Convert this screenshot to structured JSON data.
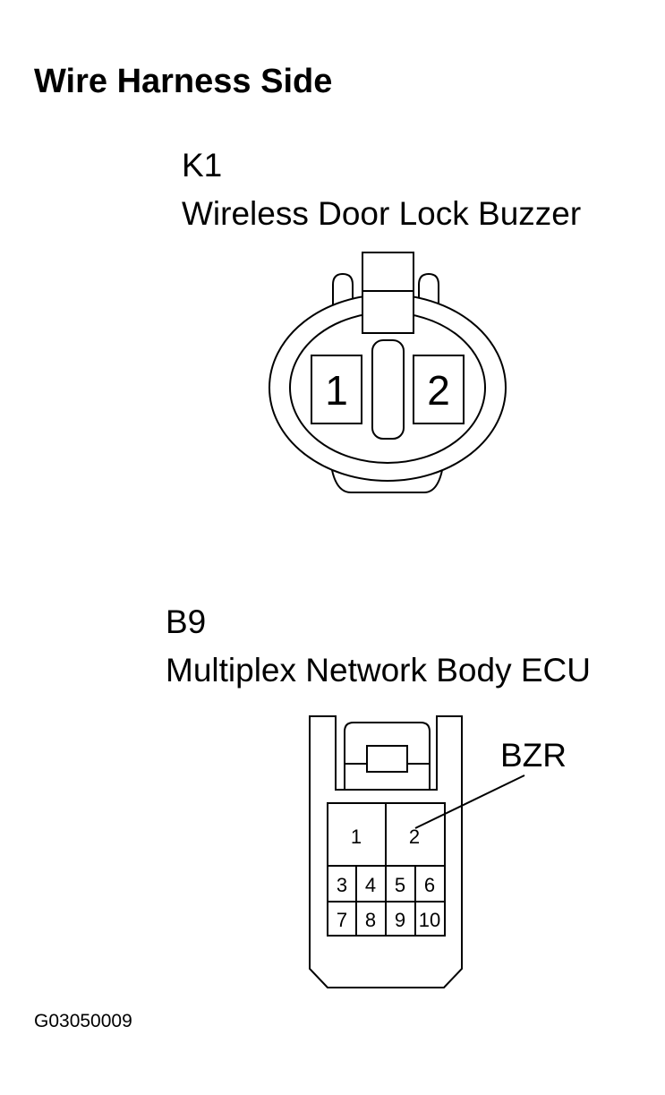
{
  "header": {
    "title": "Wire Harness Side"
  },
  "connector_k1": {
    "code": "K1",
    "name": "Wireless Door Lock Buzzer",
    "pins": [
      "1",
      "2"
    ]
  },
  "connector_b9": {
    "code": "B9",
    "name": "Multiplex Network Body ECU",
    "pins_row1": [
      "1",
      "2"
    ],
    "pins_row2": [
      "3",
      "4",
      "5",
      "6"
    ],
    "pins_row3": [
      "7",
      "8",
      "9",
      "10"
    ],
    "callout_label": "BZR"
  },
  "footer": {
    "figure_id": "G03050009"
  }
}
